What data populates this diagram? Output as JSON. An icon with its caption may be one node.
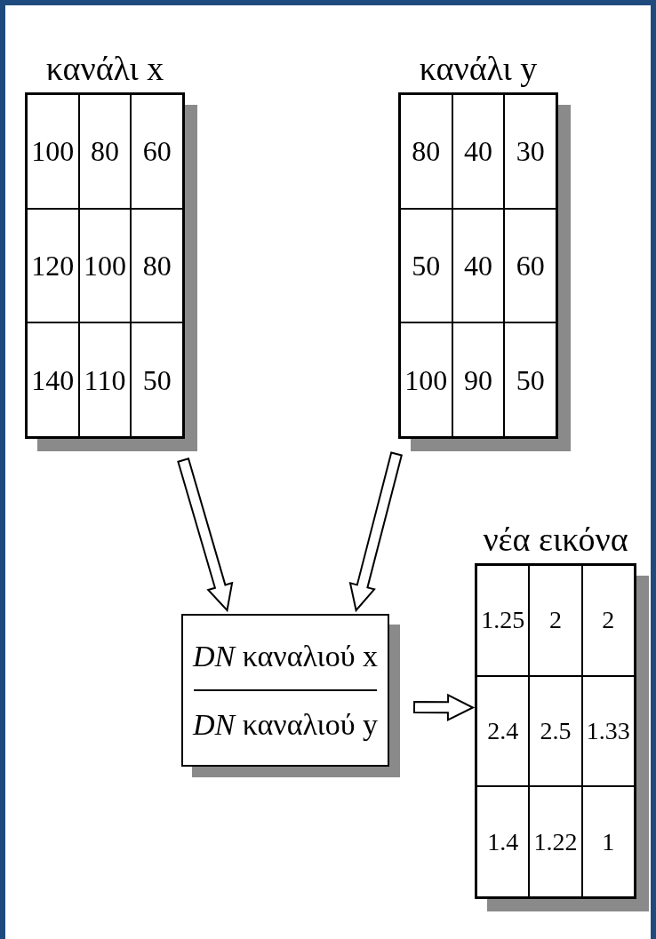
{
  "diagram": {
    "nodes": [
      {
        "text": [
          "κανάλι x",
          "100",
          "80",
          "60",
          "120",
          "100",
          "80",
          "140",
          "110",
          "50"
        ]
      },
      {
        "text": [
          "κανάλι y",
          "80",
          "40",
          "30",
          "50",
          "40",
          "60",
          "100",
          "90",
          "50"
        ]
      },
      {
        "text": [
          "*DN* καναλιού x",
          "*DN* καναλιού y"
        ]
      },
      {
        "text": [
          "νέα εικόνα",
          "1.25",
          "2",
          "2",
          "2.4",
          "2.5",
          "1.33",
          "1.4",
          "1.22",
          "1"
        ]
      }
    ],
    "edges": [
      {
        "from": 0,
        "to": 2,
        "arrow": "to"
      },
      {
        "from": 1,
        "to": 2,
        "arrow": "to"
      },
      {
        "from": 2,
        "to": 3,
        "arrow": "to"
      }
    ]
  }
}
